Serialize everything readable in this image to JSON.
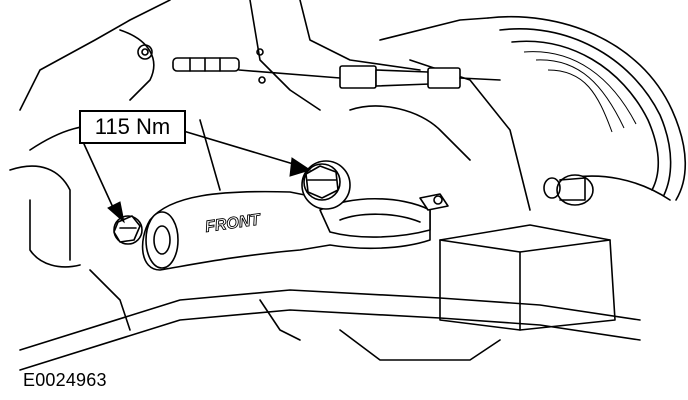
{
  "diagram": {
    "torque_label": "115 Nm",
    "figure_id": "E0024963",
    "part_stamp": "FRONT"
  }
}
